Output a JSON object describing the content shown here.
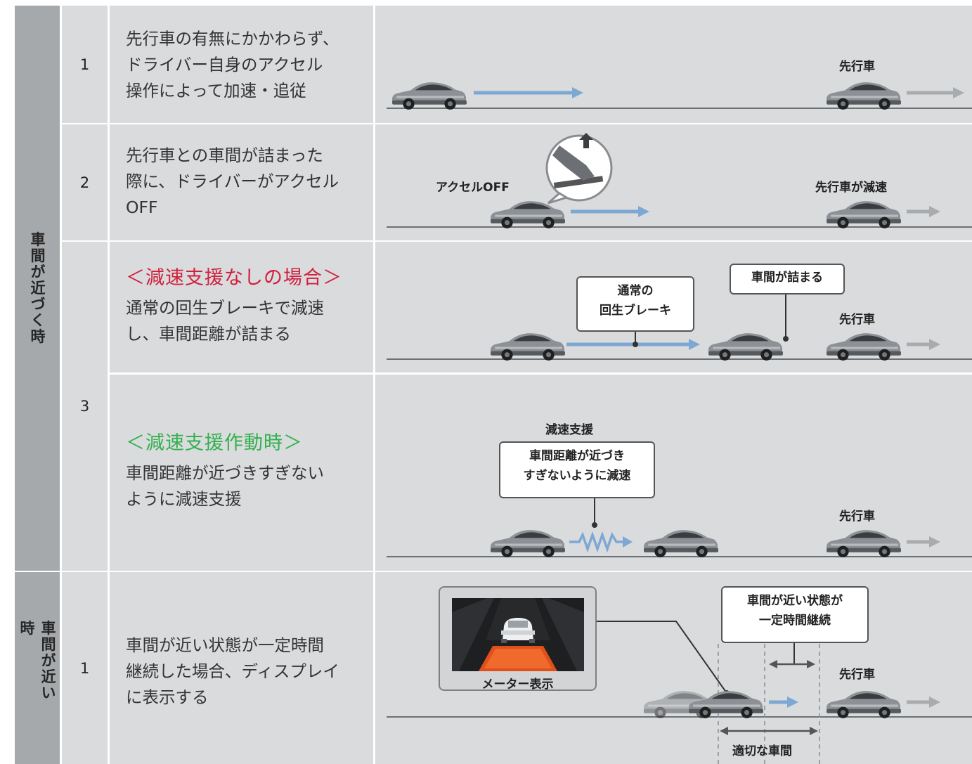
{
  "groups": {
    "approaching": "車間が近づく時",
    "close": "車間が近い時"
  },
  "rows": {
    "r1": {
      "num": "1",
      "lines": [
        "先行車の有無にかかわらず、",
        "ドライバー自身のアクセル",
        "操作によって加速・追従"
      ]
    },
    "r2": {
      "num": "2",
      "lines": [
        "先行車との車間が詰まった",
        "際に、ドライバーがアクセル",
        "OFF"
      ]
    },
    "r3": {
      "num": "3"
    },
    "r3a": {
      "heading": "＜減速支援なしの場合＞",
      "lines": [
        "通常の回生ブレーキで減速",
        "し、車間距離が詰まる"
      ]
    },
    "r3b": {
      "heading": "＜減速支援作動時＞",
      "lines": [
        "車間距離が近づきすぎない",
        "ように減速支援"
      ]
    },
    "r4": {
      "num": "1",
      "lines": [
        "車間が近い状態が一定時間",
        "継続した場合、ディスプレイ",
        "に表示する"
      ]
    }
  },
  "illustrations": {
    "i1": {
      "lead_car": "先行車"
    },
    "i2": {
      "accel_off": "アクセルOFF",
      "lead_decel": "先行車が減速"
    },
    "i3a": {
      "regen_box": [
        "通常の",
        "回生ブレーキ"
      ],
      "gap_box": "車間が詰まる",
      "lead_car": "先行車"
    },
    "i3b": {
      "assist": "減速支援",
      "assist_box": [
        "車間距離が近づき",
        "すぎないように減速"
      ],
      "lead_car": "先行車"
    },
    "i4": {
      "meter": "メーター表示",
      "state_box": [
        "車間が近い状態が",
        "一定時間継続"
      ],
      "lead_car": "先行車",
      "proper_gap": "適切な車間"
    }
  },
  "colors": {
    "group_bg": "#a6a9ac",
    "cell_bg": "#d9dbdd",
    "arrow_blue": "#7ea8d4",
    "arrow_grey": "#a9acaf",
    "heading_red": "#d0213e",
    "heading_green": "#33b04e",
    "meter_orange": "#e0501a"
  }
}
